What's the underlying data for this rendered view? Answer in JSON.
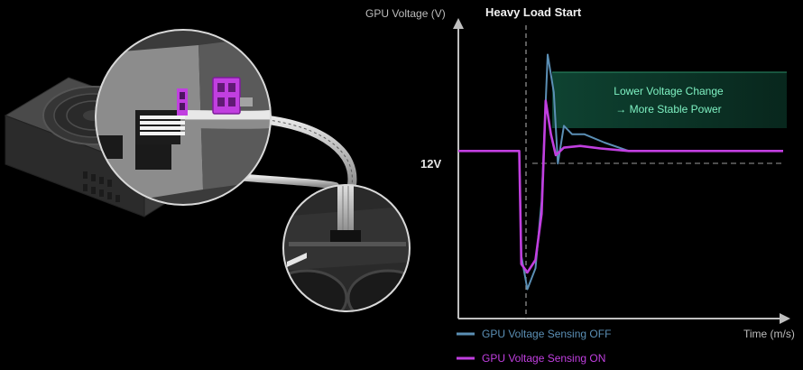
{
  "chart_data": {
    "type": "line",
    "title": "",
    "ylabel": "GPU Voltage (V)",
    "xlabel": "Time (m/s)",
    "y_tick_label": "12V",
    "event_label": "Heavy Load Start",
    "annotation": {
      "line1": "Lower Voltage Change",
      "line2": "→ More Stable Power"
    },
    "series": [
      {
        "name": "GPU Voltage Sensing OFF",
        "color": "#5b8fb5",
        "points": [
          [
            0,
            12
          ],
          [
            1.5,
            12
          ],
          [
            1.55,
            9.5
          ],
          [
            1.7,
            8.7
          ],
          [
            1.9,
            9.2
          ],
          [
            2.05,
            10.8
          ],
          [
            2.2,
            14.3
          ],
          [
            2.35,
            13.4
          ],
          [
            2.45,
            11.7
          ],
          [
            2.6,
            12.6
          ],
          [
            2.8,
            12.4
          ],
          [
            3.1,
            12.4
          ],
          [
            3.6,
            12.2
          ],
          [
            4.2,
            12.0
          ],
          [
            8,
            12.0
          ]
        ]
      },
      {
        "name": "GPU Voltage Sensing ON",
        "color": "#c13fe0",
        "points": [
          [
            0,
            12
          ],
          [
            1.5,
            12
          ],
          [
            1.55,
            9.3
          ],
          [
            1.7,
            9.1
          ],
          [
            1.9,
            9.4
          ],
          [
            2.05,
            10.5
          ],
          [
            2.15,
            13.2
          ],
          [
            2.28,
            12.4
          ],
          [
            2.4,
            11.9
          ],
          [
            2.6,
            12.08
          ],
          [
            3.0,
            12.12
          ],
          [
            3.5,
            12.06
          ],
          [
            4.2,
            12.0
          ],
          [
            8,
            12.0
          ]
        ]
      }
    ],
    "xlim": [
      0,
      8
    ],
    "ylim": [
      8,
      15
    ],
    "colors": {
      "axis": "#bfbfbf",
      "annotation_fill": "#0f4634",
      "annotation_text": "#7ff2c3"
    }
  },
  "illustration": {
    "psu_icon": "psu-with-fan-icon",
    "connector_icon": "magenta-sense-connector-icon",
    "gpu_icon": "gpu-power-connector-icon"
  }
}
